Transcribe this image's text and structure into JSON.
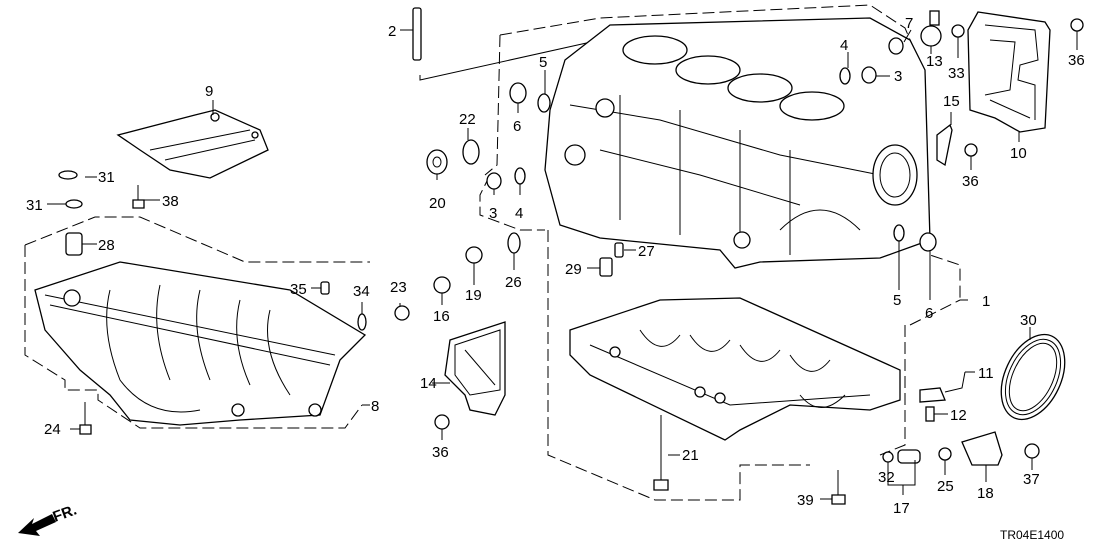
{
  "diagram": {
    "type": "exploded-parts-diagram",
    "subject": "Cylinder block / oil pan",
    "drawing_code": "TR04E1400",
    "direction_indicator": "FR.",
    "callouts": [
      {
        "id": "c1",
        "label": "1"
      },
      {
        "id": "c2",
        "label": "2"
      },
      {
        "id": "c3a",
        "label": "3"
      },
      {
        "id": "c3b",
        "label": "3"
      },
      {
        "id": "c4a",
        "label": "4"
      },
      {
        "id": "c4b",
        "label": "4"
      },
      {
        "id": "c5a",
        "label": "5"
      },
      {
        "id": "c5b",
        "label": "5"
      },
      {
        "id": "c6a",
        "label": "6"
      },
      {
        "id": "c6b",
        "label": "6"
      },
      {
        "id": "c7",
        "label": "7"
      },
      {
        "id": "c8",
        "label": "8"
      },
      {
        "id": "c9",
        "label": "9"
      },
      {
        "id": "c10",
        "label": "10"
      },
      {
        "id": "c11",
        "label": "11"
      },
      {
        "id": "c12",
        "label": "12"
      },
      {
        "id": "c13",
        "label": "13"
      },
      {
        "id": "c14",
        "label": "14"
      },
      {
        "id": "c15",
        "label": "15"
      },
      {
        "id": "c16",
        "label": "16"
      },
      {
        "id": "c17",
        "label": "17"
      },
      {
        "id": "c18",
        "label": "18"
      },
      {
        "id": "c19",
        "label": "19"
      },
      {
        "id": "c20",
        "label": "20"
      },
      {
        "id": "c21",
        "label": "21"
      },
      {
        "id": "c22",
        "label": "22"
      },
      {
        "id": "c23",
        "label": "23"
      },
      {
        "id": "c24",
        "label": "24"
      },
      {
        "id": "c25",
        "label": "25"
      },
      {
        "id": "c26",
        "label": "26"
      },
      {
        "id": "c27",
        "label": "27"
      },
      {
        "id": "c28",
        "label": "28"
      },
      {
        "id": "c29",
        "label": "29"
      },
      {
        "id": "c30",
        "label": "30"
      },
      {
        "id": "c31a",
        "label": "31"
      },
      {
        "id": "c31b",
        "label": "31"
      },
      {
        "id": "c32",
        "label": "32"
      },
      {
        "id": "c33",
        "label": "33"
      },
      {
        "id": "c34",
        "label": "34"
      },
      {
        "id": "c35",
        "label": "35"
      },
      {
        "id": "c36a",
        "label": "36"
      },
      {
        "id": "c36b",
        "label": "36"
      },
      {
        "id": "c36c",
        "label": "36"
      },
      {
        "id": "c37",
        "label": "37"
      },
      {
        "id": "c38",
        "label": "38"
      },
      {
        "id": "c39",
        "label": "39"
      }
    ]
  }
}
